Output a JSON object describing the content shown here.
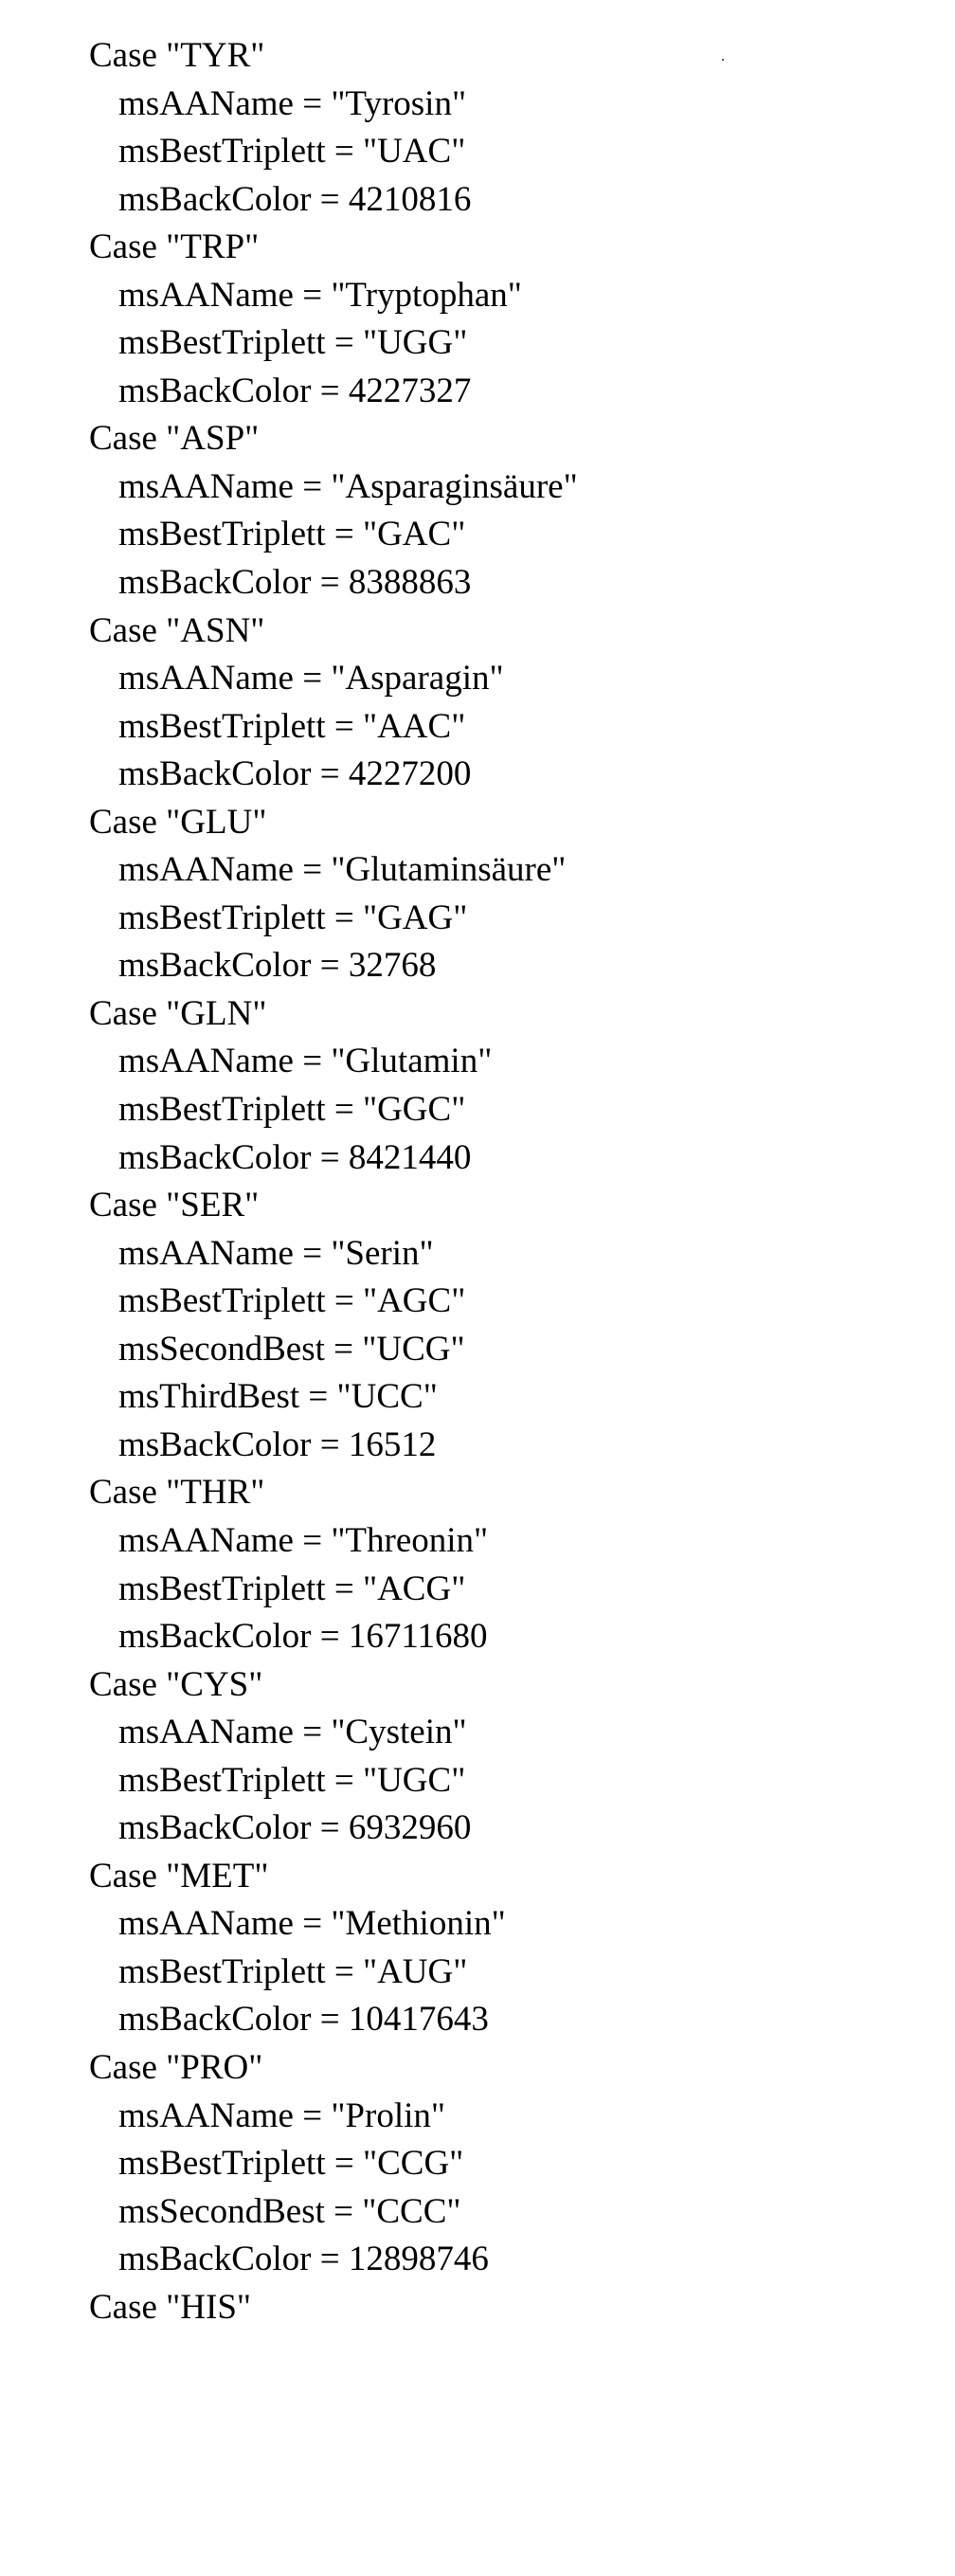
{
  "document": {
    "lines": [
      {
        "kind": "case",
        "text": "Case \"TYR\""
      },
      {
        "kind": "assign",
        "text": "msAAName = \"Tyrosin\""
      },
      {
        "kind": "assign",
        "text": "msBestTriplett = \"UAC\""
      },
      {
        "kind": "assign",
        "text": "msBackColor = 4210816"
      },
      {
        "kind": "case",
        "text": "Case \"TRP\""
      },
      {
        "kind": "assign",
        "text": "msAAName = \"Tryptophan\""
      },
      {
        "kind": "assign",
        "text": "msBestTriplett = \"UGG\""
      },
      {
        "kind": "assign",
        "text": "msBackColor = 4227327"
      },
      {
        "kind": "case",
        "text": "Case \"ASP\""
      },
      {
        "kind": "assign",
        "text": "msAAName = \"Asparaginsäure\""
      },
      {
        "kind": "assign",
        "text": "msBestTriplett = \"GAC\""
      },
      {
        "kind": "assign",
        "text": "msBackColor = 8388863"
      },
      {
        "kind": "case",
        "text": "Case \"ASN\""
      },
      {
        "kind": "assign",
        "text": "msAAName = \"Asparagin\""
      },
      {
        "kind": "assign",
        "text": "msBestTriplett = \"AAC\""
      },
      {
        "kind": "assign",
        "text": "msBackColor = 4227200"
      },
      {
        "kind": "case",
        "text": "Case \"GLU\""
      },
      {
        "kind": "assign",
        "text": "msAAName = \"Glutaminsäure\""
      },
      {
        "kind": "assign",
        "text": "msBestTriplett = \"GAG\""
      },
      {
        "kind": "assign",
        "text": "msBackColor = 32768"
      },
      {
        "kind": "case",
        "text": "Case \"GLN\""
      },
      {
        "kind": "assign",
        "text": "msAAName = \"Glutamin\""
      },
      {
        "kind": "assign",
        "text": "msBestTriplett = \"GGC\""
      },
      {
        "kind": "assign",
        "text": "msBackColor = 8421440"
      },
      {
        "kind": "case",
        "text": "Case \"SER\""
      },
      {
        "kind": "assign",
        "text": "msAAName = \"Serin\""
      },
      {
        "kind": "assign",
        "text": "msBestTriplett = \"AGC\""
      },
      {
        "kind": "assign",
        "text": "msSecondBest = \"UCG\""
      },
      {
        "kind": "assign",
        "text": "msThirdBest = \"UCC\""
      },
      {
        "kind": "assign",
        "text": "msBackColor = 16512"
      },
      {
        "kind": "case",
        "text": "Case \"THR\""
      },
      {
        "kind": "assign",
        "text": "msAAName = \"Threonin\""
      },
      {
        "kind": "assign",
        "text": "msBestTriplett = \"ACG\""
      },
      {
        "kind": "assign",
        "text": "msBackColor = 16711680"
      },
      {
        "kind": "case",
        "text": "Case \"CYS\""
      },
      {
        "kind": "assign",
        "text": "msAAName = \"Cystein\""
      },
      {
        "kind": "assign",
        "text": "msBestTriplett = \"UGC\""
      },
      {
        "kind": "assign",
        "text": "msBackColor = 6932960"
      },
      {
        "kind": "case",
        "text": "Case \"MET\""
      },
      {
        "kind": "assign",
        "text": "msAAName = \"Methionin\""
      },
      {
        "kind": "assign",
        "text": "msBestTriplett = \"AUG\""
      },
      {
        "kind": "assign",
        "text": "msBackColor = 10417643"
      },
      {
        "kind": "case",
        "text": "Case \"PRO\""
      },
      {
        "kind": "assign",
        "text": "msAAName = \"Prolin\""
      },
      {
        "kind": "assign",
        "text": "msBestTriplett = \"CCG\""
      },
      {
        "kind": "assign",
        "text": "msSecondBest = \"CCC\""
      },
      {
        "kind": "assign",
        "text": "msBackColor = 12898746"
      },
      {
        "kind": "case",
        "text": "Case \"HIS\""
      }
    ]
  }
}
